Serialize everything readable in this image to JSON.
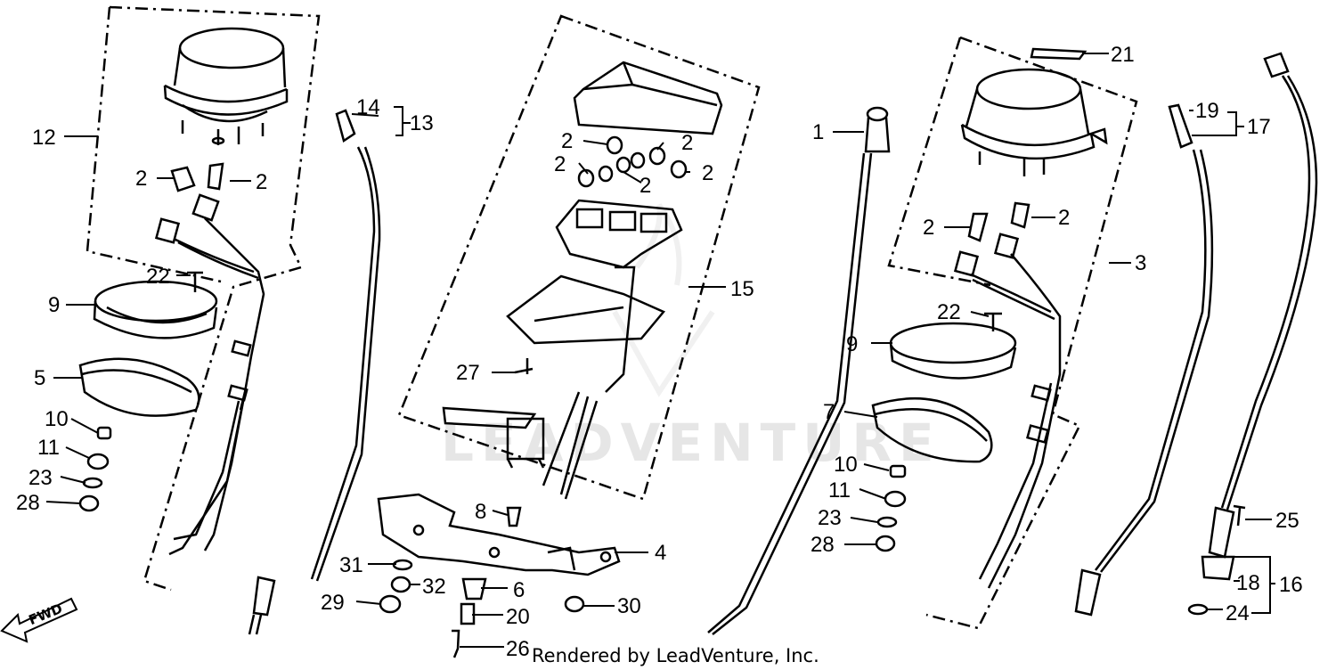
{
  "watermark": "LEADVENTURE",
  "footer": "Rendered by LeadVenture, Inc.",
  "fwd_label": "FWD",
  "callouts": {
    "c1": "1",
    "c2": "2",
    "c3": "3",
    "c4": "4",
    "c5": "5",
    "c6": "6",
    "c7": "7",
    "c8": "8",
    "c9": "9",
    "c10": "10",
    "c11": "11",
    "c12": "12",
    "c13": "13",
    "c14": "14",
    "c15": "15",
    "c16": "16",
    "c17": "17",
    "c18": "18",
    "c19": "19",
    "c20": "20",
    "c21": "21",
    "c22": "22",
    "c23": "23",
    "c24": "24",
    "c25": "25",
    "c26": "26",
    "c27": "27",
    "c28": "28",
    "c29": "29",
    "c30": "30",
    "c31": "31",
    "c32": "32"
  }
}
